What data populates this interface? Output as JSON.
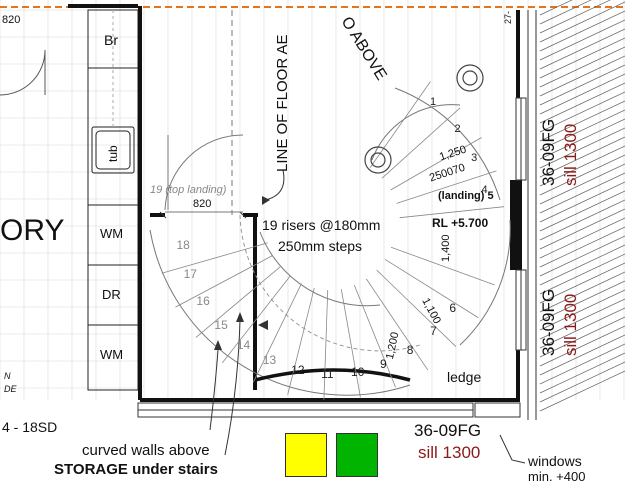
{
  "colors": {
    "wall": "#111111",
    "line": "#444444",
    "faint": "#9a9a9a",
    "dash_orange": "#e8731a",
    "sill_red": "#8b1a1a",
    "swatch_yellow": "#ffff00",
    "swatch_green": "#00b400"
  },
  "labels": {
    "corner_820_top": "820",
    "br": "Br",
    "tub": "tub",
    "ory": "ORY",
    "wm_upper": "WM",
    "dr": "DR",
    "wm_lower": "WM",
    "n_fragment": "N",
    "de_fragment": "DE",
    "top_landing": "19 (top landing)",
    "door_820": "820",
    "line_of_floor": "LINE OF FLOOR AE",
    "o_above": "O ABOVE",
    "risers": "19 risers @180mm",
    "steps": "250mm steps",
    "landing": "(landing) 5",
    "rl": "RL +5.700",
    "dim_1250": "1,250",
    "dim_250070": "250070",
    "dim_1400": "1,400",
    "dim_1100": "1,100",
    "dim_1200": "1,200",
    "ledge": "ledge",
    "window_top_code": "36-09FG",
    "window_top_sill": "sill 1300",
    "window_mid_code": "36-09FG",
    "window_mid_sill": "sill 1300",
    "window_bottom_code": "36-09FG",
    "window_bottom_sill": "sill 1300",
    "sd_label": "4 - 18SD",
    "curved_walls": "curved walls above",
    "storage": "STORAGE under stairs",
    "windows_note": "windows",
    "min_note": "min. +400",
    "dim_27": "27-"
  },
  "treads_upper": [
    "1",
    "2",
    "3",
    "4"
  ],
  "treads_lower": [
    "6",
    "7",
    "8",
    "9",
    "10",
    "11",
    "12",
    "13",
    "14",
    "15",
    "16",
    "17",
    "18"
  ]
}
